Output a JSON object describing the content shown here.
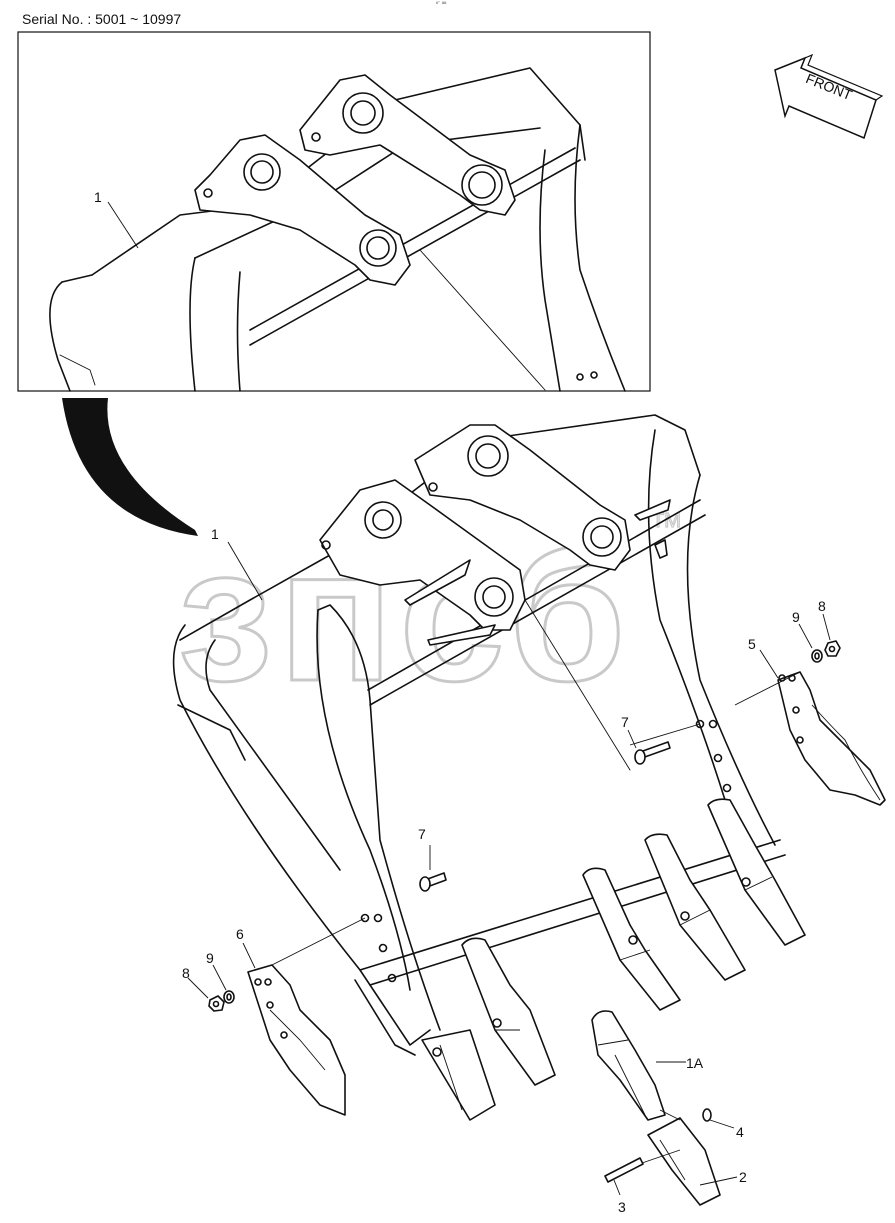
{
  "header": {
    "serial_text": "Serial No. : 5001 ~ 10997",
    "top_mark": "º¨ ªª"
  },
  "direction": {
    "label": "FRONT"
  },
  "watermark": {
    "text": "зпсб",
    "tm": "TM"
  },
  "callouts": [
    {
      "id": "c1-top",
      "text": "1"
    },
    {
      "id": "c1",
      "text": "1"
    },
    {
      "id": "c1A",
      "text": "1A"
    },
    {
      "id": "c2",
      "text": "2"
    },
    {
      "id": "c3",
      "text": "3"
    },
    {
      "id": "c4",
      "text": "4"
    },
    {
      "id": "c5",
      "text": "5"
    },
    {
      "id": "c6",
      "text": "6"
    },
    {
      "id": "c7a",
      "text": "7"
    },
    {
      "id": "c7b",
      "text": "7"
    },
    {
      "id": "c8a",
      "text": "8"
    },
    {
      "id": "c8b",
      "text": "8"
    },
    {
      "id": "c9a",
      "text": "9"
    },
    {
      "id": "c9b",
      "text": "9"
    }
  ],
  "colors": {
    "line": "#111111",
    "watermark": "#c9c9c9",
    "background": "#ffffff"
  }
}
